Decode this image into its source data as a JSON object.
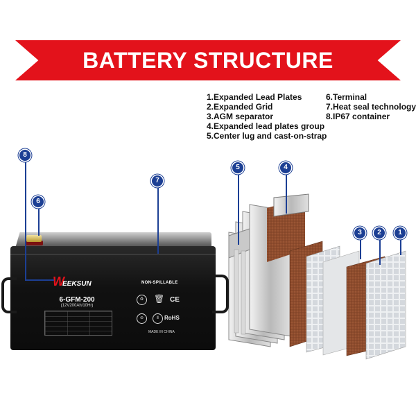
{
  "title": "BATTERY STRUCTURE",
  "legend_left": [
    "1.Expanded Lead Plates",
    "2.Expanded Grid",
    "3.AGM separator",
    "4.Expanded lead plates group",
    "5.Center lug and cast-on-strap"
  ],
  "legend_right": [
    "6.Terminal",
    "7.Heat seal technology",
    "8.IP67 container"
  ],
  "markers": {
    "m1": "1",
    "m2": "2",
    "m3": "3",
    "m4": "4",
    "m5": "5",
    "m6": "6",
    "m7": "7",
    "m8": "8"
  },
  "battery": {
    "brand": "EEKSUN",
    "model": "6-GFM-200",
    "spec": "(12V200Ah/10Hr)",
    "non_spillable": "NON-SPILLABLE",
    "ce": "CE",
    "rohs": "RoHS",
    "made_in": "MADE IN CHINA"
  },
  "colors": {
    "banner": "#e3121b",
    "marker": "#1c3f94",
    "lead_plate": "#8b4a2b",
    "grid": "#c9ccd1"
  }
}
